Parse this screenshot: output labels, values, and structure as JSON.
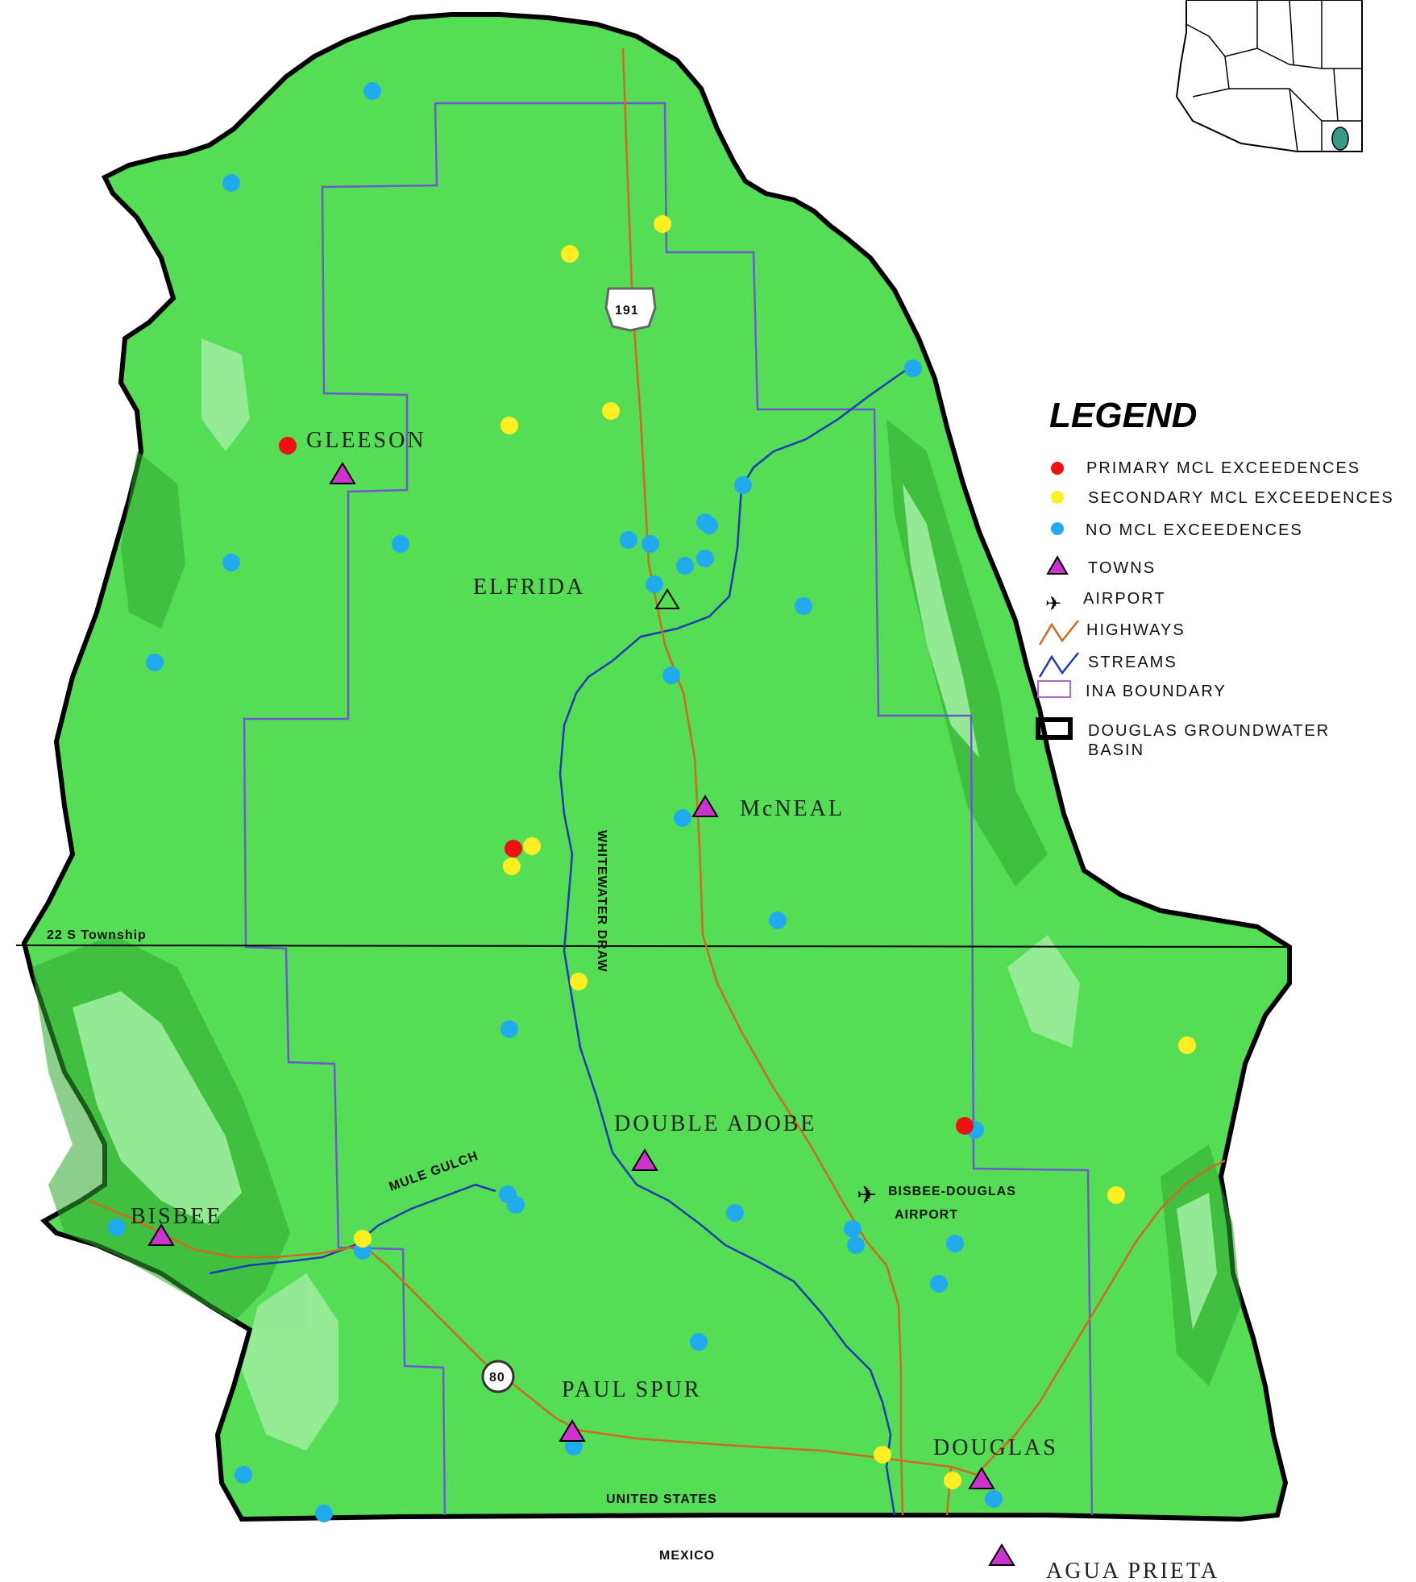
{
  "colors": {
    "basin_fill": "#55dd55",
    "basin_edge": "#000000",
    "ina": "#6a5acd",
    "highway": "#d2691e",
    "stream": "#1e3cb4",
    "primary": "#ee1111",
    "secondary": "#ffee22",
    "no_mcl": "#22aaee",
    "town": "#cc33cc"
  },
  "labels": {
    "towns": [
      "GLEESON",
      "ELFRIDA",
      "McNEAL",
      "DOUBLE ADOBE",
      "BISBEE",
      "PAUL SPUR",
      "DOUGLAS",
      "AGUA PRIETA"
    ],
    "township": "22 S Township",
    "stream_main": "WHITEWATER DRAW",
    "stream_mule": "MULE GULCH",
    "airport": [
      "BISBEE-DOUGLAS",
      "AIRPORT"
    ],
    "highway_191": "191",
    "highway_80": "80",
    "border_us": "UNITED STATES",
    "border_mx": "MEXICO"
  },
  "legend": {
    "title": "LEGEND",
    "items": [
      {
        "symbol": "primary-dot",
        "label": "PRIMARY MCL EXCEEDENCES"
      },
      {
        "symbol": "secondary-dot",
        "label": "SECONDARY MCL EXCEEDENCES"
      },
      {
        "symbol": "no-mcl-dot",
        "label": "NO MCL EXCEEDENCES"
      },
      {
        "symbol": "town-triangle",
        "label": "TOWNS"
      },
      {
        "symbol": "airport-icon",
        "label": "AIRPORT"
      },
      {
        "symbol": "highway-line",
        "label": "HIGHWAYS"
      },
      {
        "symbol": "stream-line",
        "label": "STREAMS"
      },
      {
        "symbol": "ina-box",
        "label": "INA BOUNDARY"
      },
      {
        "symbol": "basin-box",
        "label": "DOUGLAS GROUNDWATER"
      },
      {
        "symbol": "none",
        "label": "BASIN"
      }
    ]
  },
  "wells": {
    "primary": [
      [
        357,
        553
      ],
      [
        637,
        1053
      ],
      [
        1197,
        1397
      ]
    ],
    "secondary": [
      [
        822,
        278
      ],
      [
        707,
        315
      ],
      [
        632,
        528
      ],
      [
        758,
        510
      ],
      [
        660,
        1050
      ],
      [
        635,
        1075
      ],
      [
        718,
        1218
      ],
      [
        1473,
        1297
      ],
      [
        1385,
        1483
      ],
      [
        450,
        1537
      ],
      [
        1095,
        1805
      ],
      [
        1182,
        1837
      ]
    ],
    "no_mcl": [
      [
        462,
        113
      ],
      [
        287,
        227
      ],
      [
        1133,
        457
      ],
      [
        922,
        602
      ],
      [
        497,
        675
      ],
      [
        287,
        698
      ],
      [
        780,
        670
      ],
      [
        807,
        675
      ],
      [
        875,
        648
      ],
      [
        880,
        652
      ],
      [
        850,
        702
      ],
      [
        875,
        693
      ],
      [
        812,
        725
      ],
      [
        833,
        838
      ],
      [
        192,
        822
      ],
      [
        997,
        752
      ],
      [
        847,
        1015
      ],
      [
        965,
        1142
      ],
      [
        632,
        1277
      ],
      [
        1210,
        1402
      ],
      [
        630,
        1482
      ],
      [
        640,
        1495
      ],
      [
        912,
        1505
      ],
      [
        1058,
        1525
      ],
      [
        1062,
        1545
      ],
      [
        1185,
        1543
      ],
      [
        450,
        1552
      ],
      [
        1165,
        1593
      ],
      [
        145,
        1523
      ],
      [
        867,
        1665
      ],
      [
        712,
        1795
      ],
      [
        302,
        1830
      ],
      [
        402,
        1878
      ],
      [
        1233,
        1860
      ]
    ]
  }
}
